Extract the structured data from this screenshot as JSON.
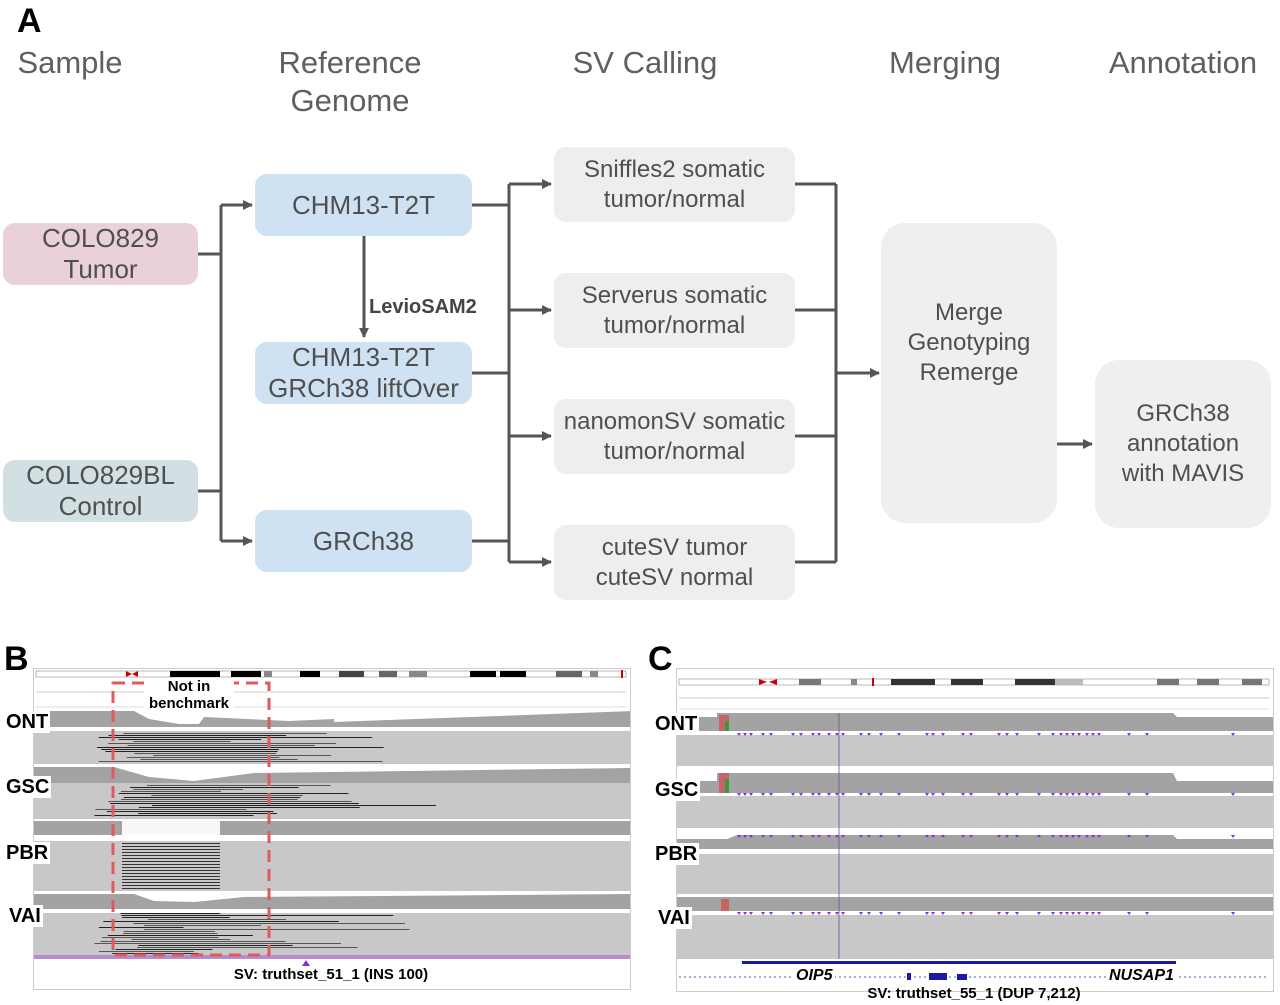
{
  "panels": {
    "a_label": "A",
    "b_label": "B",
    "c_label": "C"
  },
  "columns": [
    {
      "label": "Sample"
    },
    {
      "label": "Reference\nGenome"
    },
    {
      "label": "SV Calling"
    },
    {
      "label": "Merging"
    },
    {
      "label": "Annotation"
    }
  ],
  "samples": [
    {
      "label": "COLO829\nTumor",
      "color": "#ead0da"
    },
    {
      "label": "COLO829BL\nControl",
      "color": "#d2e0e3"
    }
  ],
  "references": [
    {
      "label": "CHM13-T2T"
    },
    {
      "label": "CHM13-T2T\nGRCh38 liftOver"
    },
    {
      "label": "GRCh38"
    }
  ],
  "liftover_tool": "LevioSAM2",
  "callers": [
    {
      "label": "Sniffles2 somatic\ntumor/normal"
    },
    {
      "label": "Serverus somatic\ntumor/normal"
    },
    {
      "label": "nanomonSV somatic\ntumor/normal"
    },
    {
      "label": "cuteSV tumor\ncuteSV normal"
    }
  ],
  "merging": {
    "label": "Merge\nGenotyping\nRemerge"
  },
  "annotation": {
    "label": "GRCh38\nannotation\nwith MAVIS"
  },
  "colors": {
    "reference_box": "#cfe2f3",
    "caller_box": "#eeeeee",
    "arrow": "#555555",
    "benchmark_outline": "#e05a5a",
    "sv_marker": "#8a2be2",
    "gene_track": "#1a1aa6"
  },
  "panel_b": {
    "tracks": [
      "ONT",
      "GSC",
      "PBR",
      "VAI"
    ],
    "annotation_box": "Not in\nbenchmark",
    "caption": "SV: truthset_51_1 (INS 100)"
  },
  "panel_c": {
    "tracks": [
      "ONT",
      "GSC",
      "PBR",
      "VAI"
    ],
    "genes": [
      "OIP5",
      "NUSAP1"
    ],
    "caption": "SV: truthset_55_1 (DUP 7,212)"
  }
}
